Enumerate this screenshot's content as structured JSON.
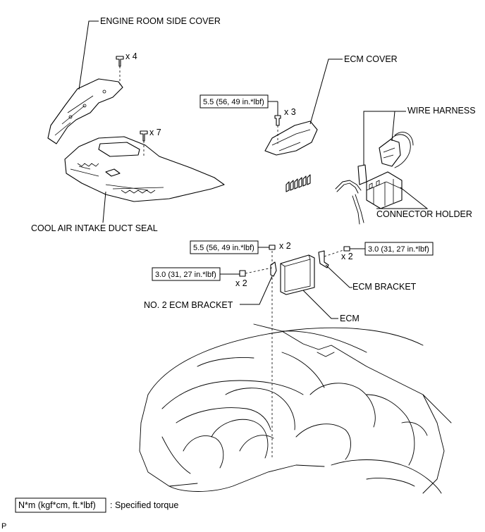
{
  "labels": {
    "engine_room_side_cover": "ENGINE ROOM SIDE COVER",
    "cool_air_intake_duct_seal": "COOL AIR INTAKE DUCT SEAL",
    "ecm_cover": "ECM COVER",
    "wire_harness": "WIRE HARNESS",
    "connector_holder": "CONNECTOR HOLDER",
    "ecm_bracket": "ECM BRACKET",
    "no2_ecm_bracket": "NO. 2 ECM BRACKET",
    "ecm": "ECM"
  },
  "quantities": {
    "side_cover_clips": "x 4",
    "duct_seal_clips": "x 7",
    "ecm_cover_bolts": "x 3",
    "ecm_nuts": "x 2",
    "ecm_bracket_bolts": "x 2",
    "no2_bracket_bolts": "x 2"
  },
  "torques": {
    "ecm_cover": "5.5 (56, 49 in.*lbf)",
    "ecm_nut": "5.5 (56, 49 in.*lbf)",
    "ecm_bracket": "3.0 (31, 27 in.*lbf)",
    "no2_bracket": "3.0 (31, 27 in.*lbf)"
  },
  "legend": {
    "unit": "N*m (kgf*cm, ft.*lbf)",
    "description": ": Specified torque"
  },
  "corner_code": "P"
}
